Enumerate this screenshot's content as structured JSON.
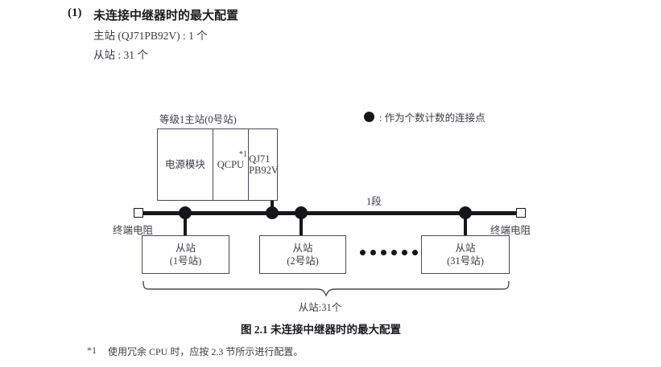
{
  "heading": {
    "number": "(1)",
    "title": "未连接中继器时的最大配置",
    "spec_master": "主站 (QJ71PB92V) : 1 个",
    "spec_slave": "从站 : 31 个"
  },
  "legend": {
    "marker_icon": "filled-circle-icon",
    "text": ": 作为个数计数的连接点"
  },
  "master_station": {
    "title": "等级1主站(0号站)",
    "cells": [
      {
        "label": "电源模块"
      },
      {
        "label": "QCPU",
        "note": "*1"
      },
      {
        "line1": "QJ71",
        "line2": "PB92V"
      }
    ]
  },
  "bus": {
    "segment_label": "1段",
    "terminator_left_label": "终端电阻",
    "terminator_right_label": "终端电阻",
    "terminator_icon": "terminating-resistor-icon",
    "node_icon": "connection-node-icon"
  },
  "slaves": [
    {
      "line1": "从站",
      "line2": "(1号站)"
    },
    {
      "line1": "从站",
      "line2": "(2号站)"
    },
    {
      "line1": "从站",
      "line2": "(31号站)"
    }
  ],
  "ellipsis_dot_count": 6,
  "brace_label": "从站:31个",
  "figure_caption": "图 2.1  未连接中继器时的最大配置",
  "footnote": {
    "marker": "*1",
    "text": "使用冗余 CPU 时，应按 2.3 节所示进行配置。"
  },
  "colors": {
    "ink": "#15151a",
    "text": "#3b3b46",
    "box_stroke": "#4a4a55",
    "background": "#ffffff"
  }
}
